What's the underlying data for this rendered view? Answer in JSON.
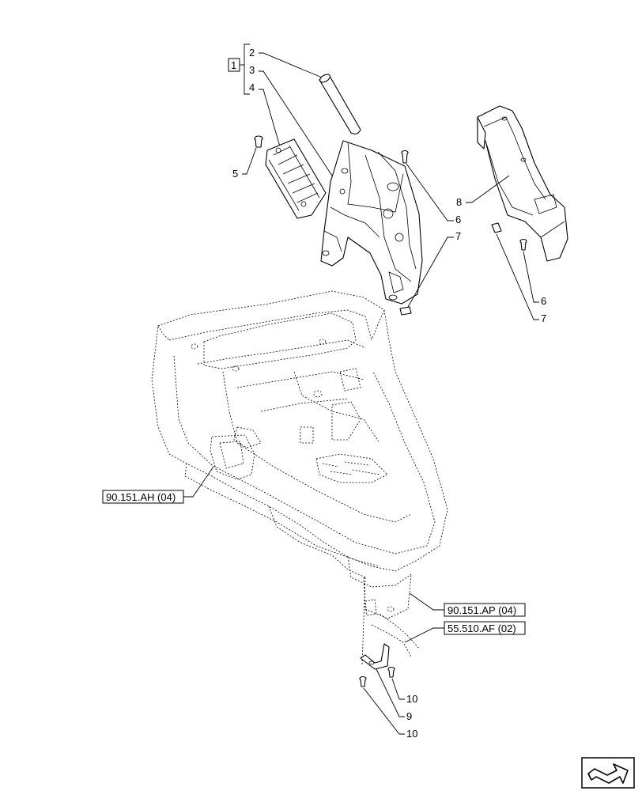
{
  "callouts": {
    "kit": "1",
    "c2": "2",
    "c3": "3",
    "c4": "4",
    "c5": "5",
    "c6a": "6",
    "c7a": "7",
    "c8": "8",
    "c6b": "6",
    "c7b": "7",
    "c9": "9",
    "c10a": "10",
    "c10b": "10"
  },
  "references": {
    "ref_ah": "90.151.AH (04)",
    "ref_ap": "90.151.AP (04)",
    "ref_af": "55.510.AF (02)"
  },
  "icons": {
    "nav": "arrow-navigation-icon"
  }
}
